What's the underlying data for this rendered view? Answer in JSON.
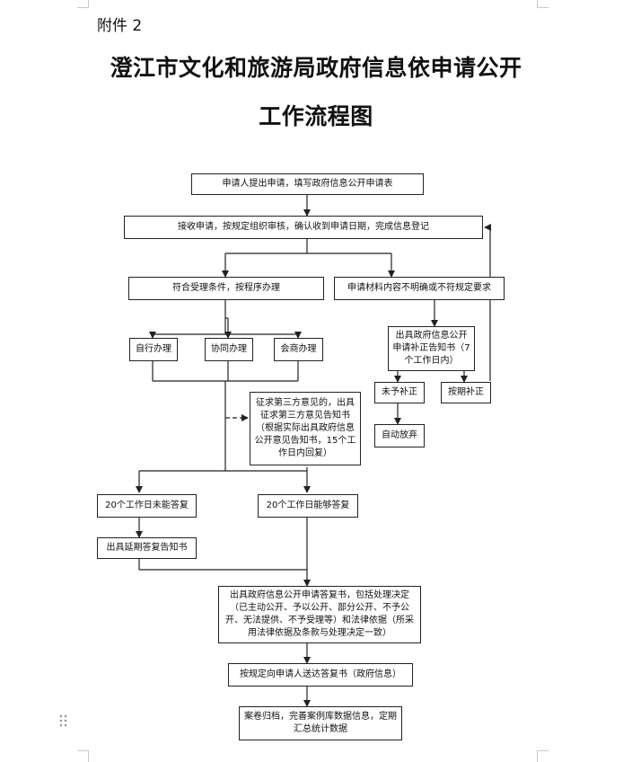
{
  "header": {
    "attachment": "附件 2",
    "title_line1": "澄江市文化和旅游局政府信息依申请公开",
    "title_line2": "工作流程图"
  },
  "flow": {
    "apply": "申请人提出申请，填写政府信息公开申请表",
    "receive": "接收申请，按规定组织审核，确认收到申请日期，完成信息登记",
    "accept": "符合受理条件，按程序办理",
    "unclear": "申请材料内容不明确或不符规定要求",
    "self_handle": "自行办理",
    "assist_handle": "协同办理",
    "consult_handle": "会商办理",
    "correction_notice": "出具政府信息公开申请补正告知书（7个工作日内）",
    "not_corrected": "未予补正",
    "corrected_on_time": "按期补正",
    "auto_abandon": "自动放弃",
    "third_party": "征求第三方意见的，出具征求第三方意见告知书（根据实际出具政府信息公开意见告知书，15个工作日内回复）",
    "cannot_reply": "20个工作日未能答复",
    "can_reply": "20个工作日能够答复",
    "extension_notice": "出具延期答复告知书",
    "reply_letter": "出具政府信息公开申请答复书，包括处理决定（已主动公开、予以公开、部分公开、不予公开、无法提供、不予受理等）和法律依据（所采用法律依据及条款与处理决定一致）",
    "deliver": "按规定向申请人送达答复书（政府信息）",
    "archive": "案卷归档，完善案例库数据信息，定期汇总统计数据"
  },
  "icons": {
    "drag_handle": "drag-handle-icon"
  }
}
